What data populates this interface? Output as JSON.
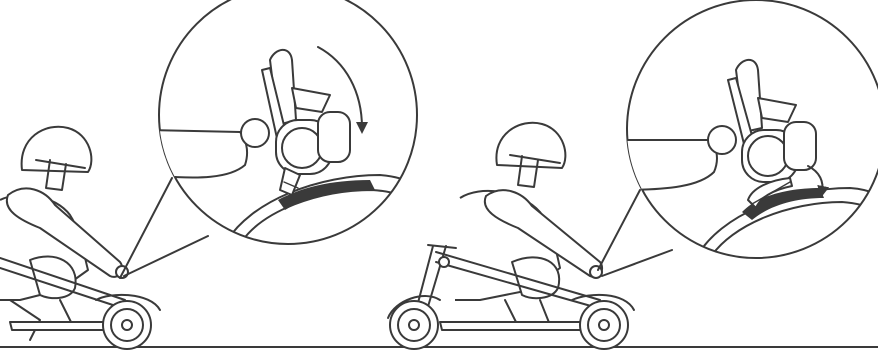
{
  "figure": {
    "panels": [
      {
        "id": "step-1",
        "detail": "latch-rotated-down",
        "arrow": "long-curved-clockwise"
      },
      {
        "id": "step-2",
        "detail": "latch-released-rod-unlocked",
        "arrow": "short-curved-down"
      }
    ],
    "colors": {
      "line": "#3a3a3a",
      "background": "#ffffff"
    }
  }
}
